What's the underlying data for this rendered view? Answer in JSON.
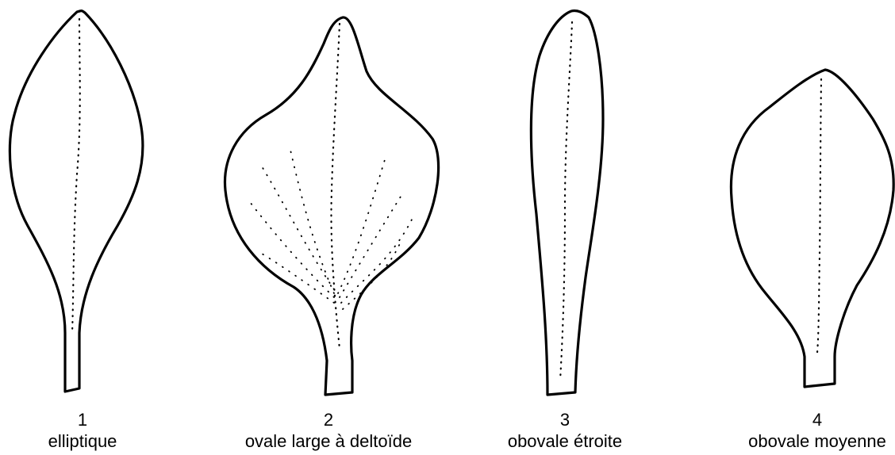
{
  "leaves": [
    {
      "number": "1",
      "name": "elliptique"
    },
    {
      "number": "2",
      "name": "ovale large à deltoïde"
    },
    {
      "number": "3",
      "name": "obovale étroite"
    },
    {
      "number": "4",
      "name": "obovale moyenne"
    }
  ]
}
